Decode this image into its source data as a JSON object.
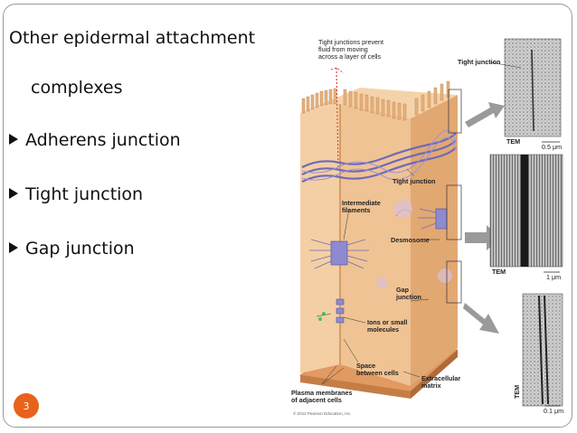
{
  "slide": {
    "title_line1": "Other epidermal attachment",
    "title_line2": "complexes",
    "bullets": [
      "Adherens junction",
      "Tight junction",
      "Gap junction"
    ],
    "page_number": "3"
  },
  "figure": {
    "labels": {
      "tight_prevent_1": "Tight junctions prevent",
      "tight_prevent_2": "fluid from moving",
      "tight_prevent_3": "across a layer of cells",
      "tight_junction_em": "Tight junction",
      "tight_junction": "Tight junction",
      "intermediate_1": "Intermediate",
      "intermediate_2": "filaments",
      "desmosome": "Desmosome",
      "gap_1": "Gap",
      "gap_2": "junction",
      "ions_1": "Ions or small",
      "ions_2": "molecules",
      "space_1": "Space",
      "space_2": "between cells",
      "plasma_1": "Plasma membranes",
      "plasma_2": "of adjacent cells",
      "extracellular_1": "Extracellular",
      "extracellular_2": "matrix",
      "tem_1": "TEM",
      "tem_2": "TEM",
      "tem_3": "TEM",
      "scale_1": "0.5 μm",
      "scale_2": "1 μm",
      "scale_3": "0.1 μm",
      "copyright": "© 2011 Pearson Education, Inc."
    },
    "colors": {
      "cell": "#f2c79a",
      "cell_shadow": "#d99a62",
      "matrix": "#e0a06a",
      "filament": "#6e6ab8",
      "arrow": "#9a9a9a",
      "accent": "#e8621a"
    }
  }
}
